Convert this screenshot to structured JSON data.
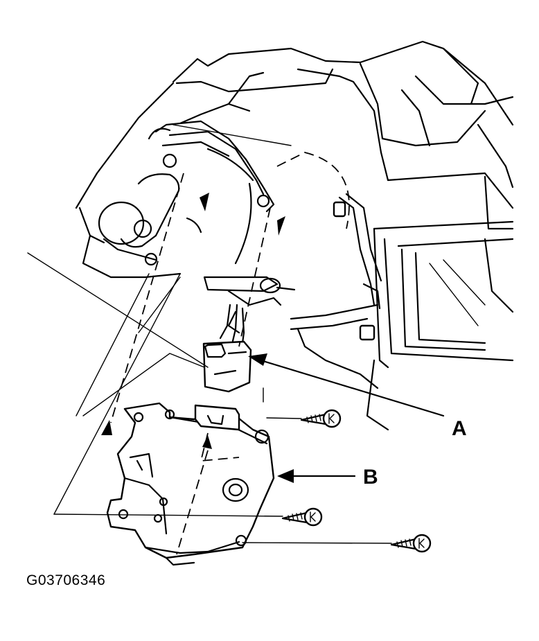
{
  "callouts": {
    "a": "A",
    "b": "B"
  },
  "figure_id": "G03706346",
  "icons": [
    "screw-icon",
    "screw-icon",
    "screw-icon",
    "arrow-icon"
  ]
}
